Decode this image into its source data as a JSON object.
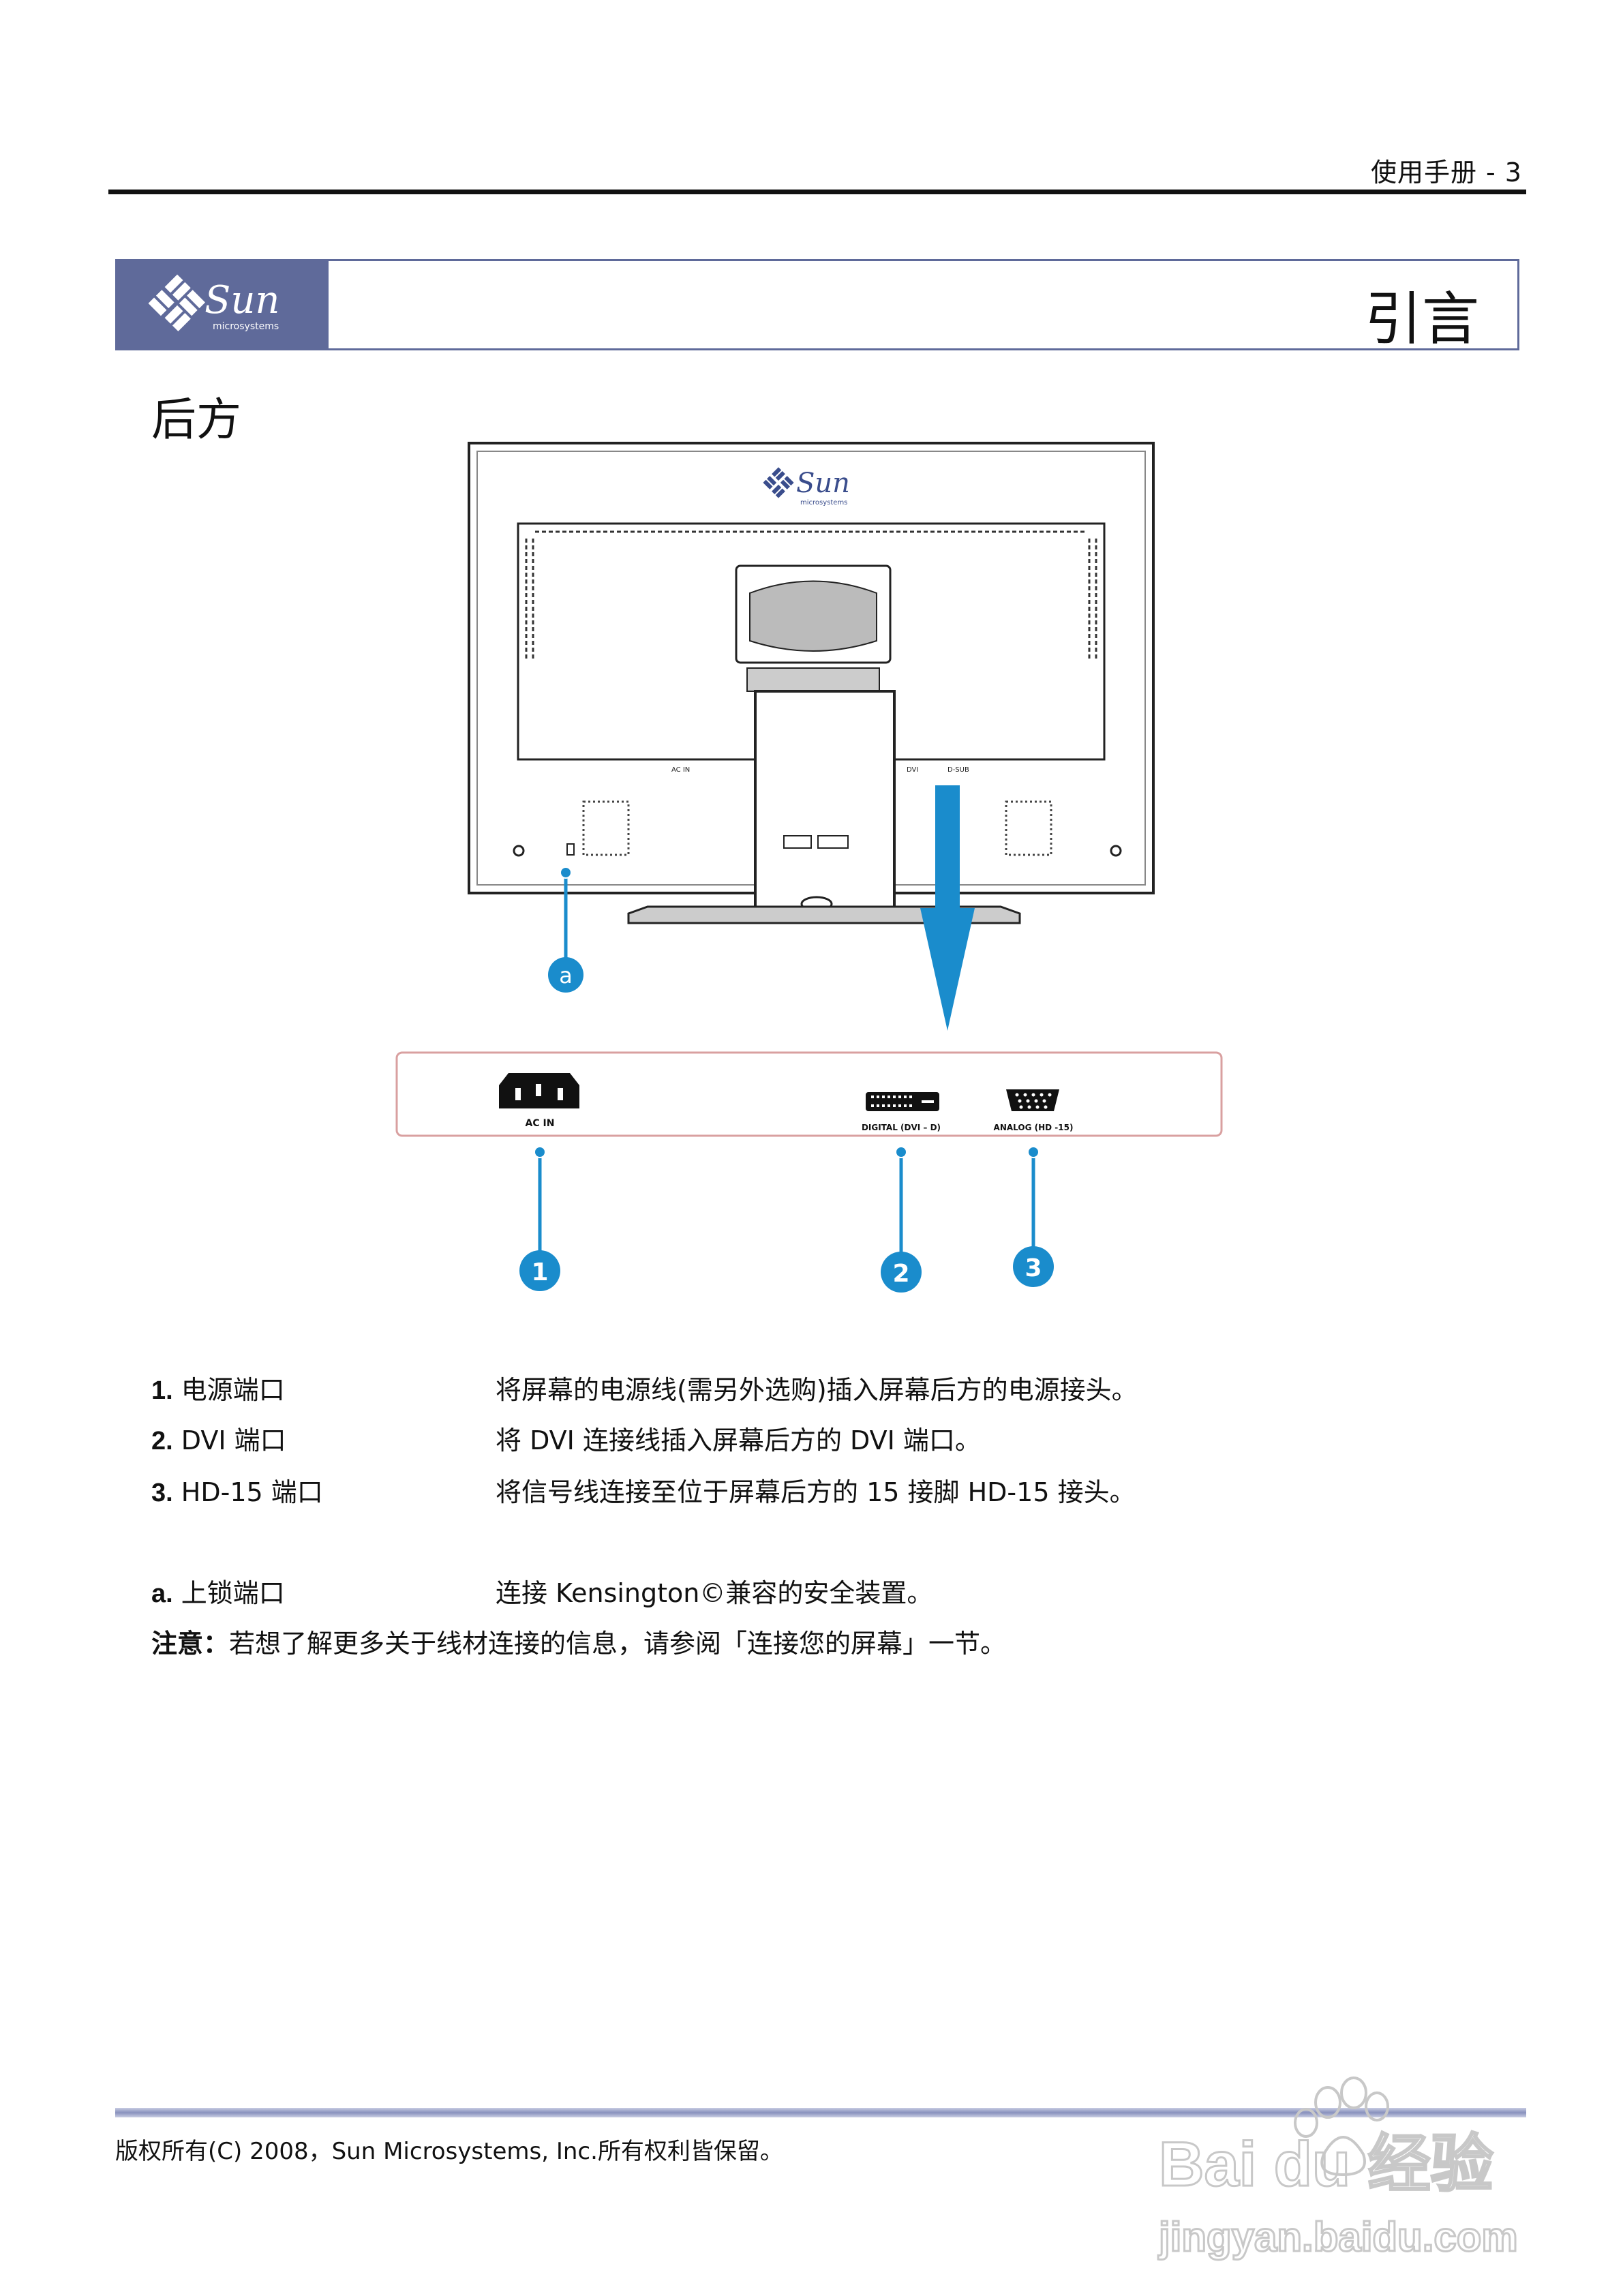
{
  "header": {
    "page_label": "使用手册  - 3"
  },
  "banner": {
    "logo_brand": "Sun",
    "logo_sub": "microsystems",
    "title": "引言"
  },
  "section": {
    "title": "后方"
  },
  "figure": {
    "monitor_labels": {
      "ac_in": "AC IN",
      "dvi": "DVI",
      "dsub": "D-SUB"
    },
    "port_labels": {
      "ac_in": "AC IN",
      "digital": "DIGITAL (DVI – D)",
      "analog": "ANALOG (HD -15)"
    },
    "callouts": [
      "1",
      "2",
      "3",
      "a"
    ],
    "accent_color": "#1a8ccc"
  },
  "items": [
    {
      "number": "1.",
      "name": "电源端口",
      "desc": "将屏幕的电源线(需另外选购)插入屏幕后方的电源接头。"
    },
    {
      "number": "2.",
      "name": "DVI 端口",
      "desc": "将 DVI 连接线插入屏幕后方的 DVI 端口。"
    },
    {
      "number": "3.",
      "name": "HD-15 端口",
      "desc": "将信号线连接至位于屏幕后方的 15 接脚 HD-15 接头。"
    }
  ],
  "lock_item": {
    "letter": "a.",
    "name": "上锁端口",
    "desc": "连接 Kensington©兼容的安全装置。"
  },
  "note": {
    "label": "注意：",
    "text": "若想了解更多关于线材连接的信息，请参阅「连接您的屏幕」一节。"
  },
  "footer": {
    "copyright": "版权所有(C) 2008，Sun Microsystems, Inc.所有权利皆保留。"
  },
  "watermark": {
    "brand": "Bai du 经验",
    "url": "jingyan.baidu.com"
  }
}
